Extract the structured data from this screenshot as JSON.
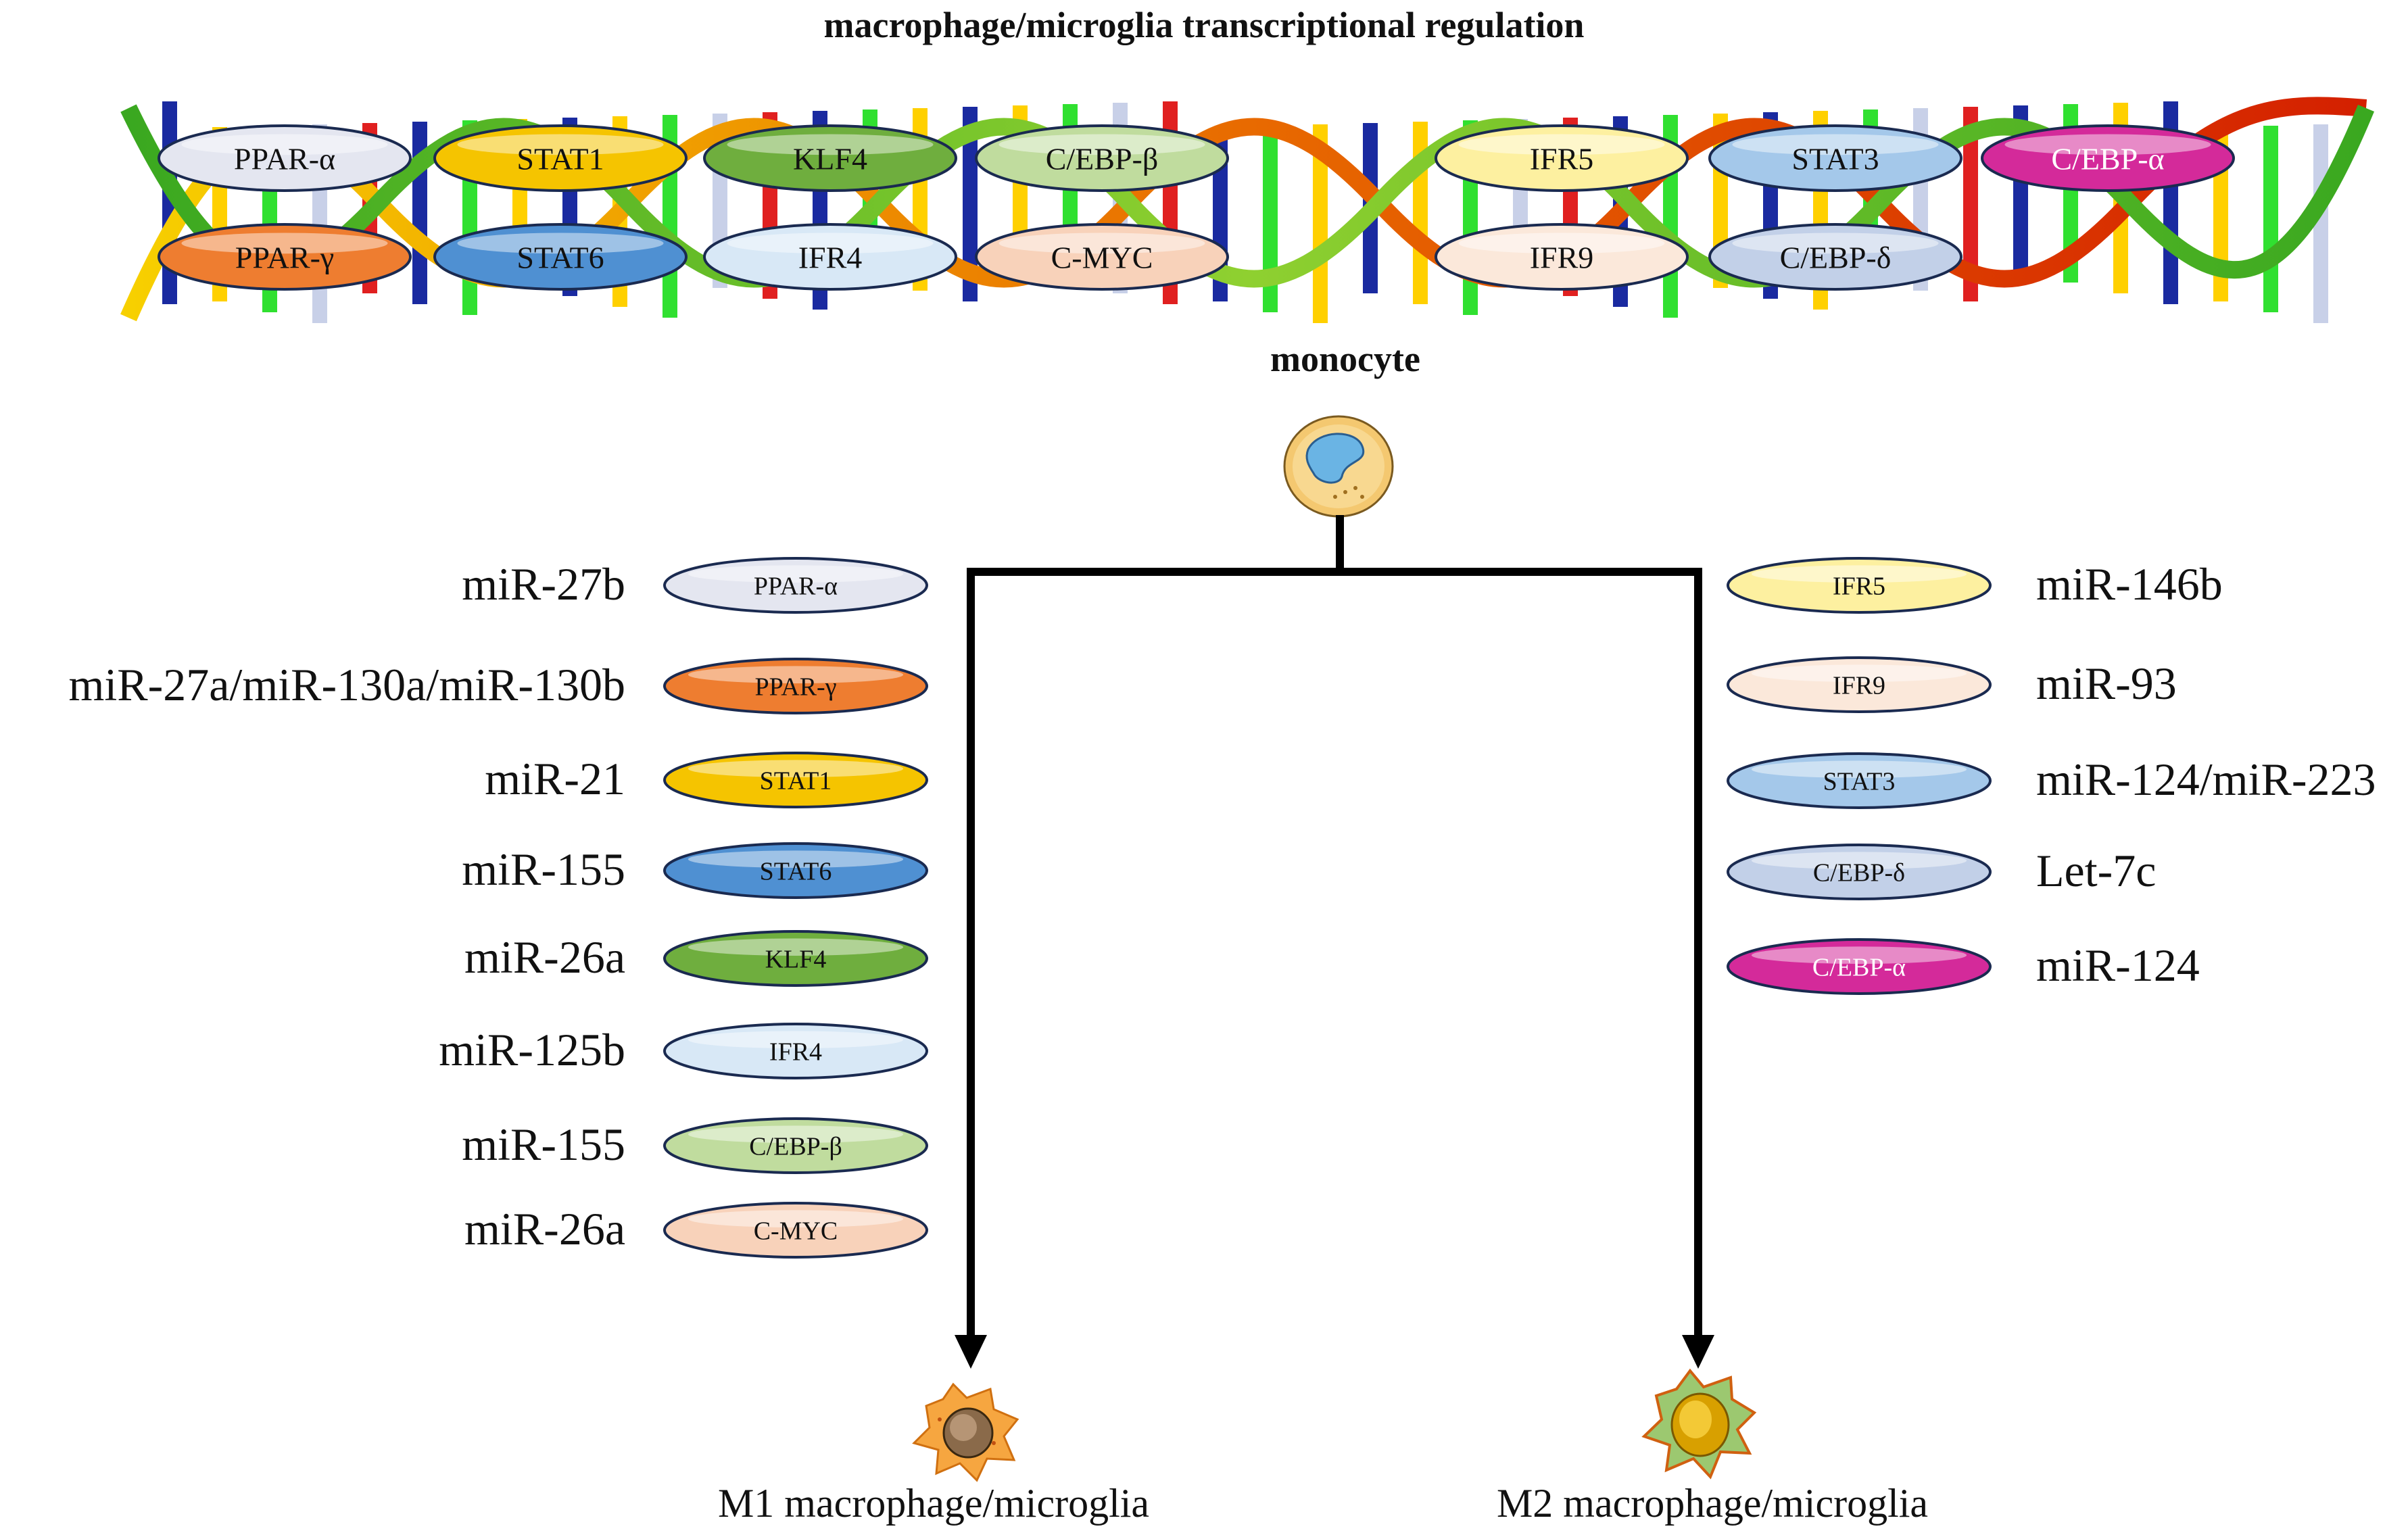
{
  "title": "macrophage/microglia transcriptional regulation",
  "source_label": "monocyte",
  "outcome_m1": "M1 macrophage/microglia",
  "outcome_m2": "M2 macrophage/microglia",
  "colors": {
    "PPAR-α": "#e4e6f0",
    "PPAR-γ": "#ee7d30",
    "STAT1": "#f5c400",
    "STAT6": "#4f90d2",
    "KLF4": "#6fae3e",
    "IFR4": "#d8e8f6",
    "C/EBP-β": "#c0dc9e",
    "C-MYC": "#f8d2ba",
    "IFR5": "#fdf0a0",
    "IFR9": "#fbe8da",
    "STAT3": "#a4c8ea",
    "C/EBP-δ": "#c2d0e8",
    "C/EBP-α": "#d42a9a"
  },
  "dna_factors_top": [
    "PPAR-α",
    "STAT1",
    "KLF4",
    "C/EBP-β",
    "IFR5",
    "STAT3",
    "C/EBP-α"
  ],
  "dna_factors_bottom": [
    "PPAR-γ",
    "STAT6",
    "IFR4",
    "C-MYC",
    "IFR9",
    "C/EBP-δ"
  ],
  "m1_regulators": [
    {
      "mirna": "miR-27b",
      "factor": "PPAR-α"
    },
    {
      "mirna": "miR-27a/miR-130a/miR-130b",
      "factor": "PPAR-γ"
    },
    {
      "mirna": "miR-21",
      "factor": "STAT1"
    },
    {
      "mirna": "miR-155",
      "factor": "STAT6"
    },
    {
      "mirna": "miR-26a",
      "factor": "KLF4"
    },
    {
      "mirna": "miR-125b",
      "factor": "IFR4"
    },
    {
      "mirna": "miR-155",
      "factor": "C/EBP-β"
    },
    {
      "mirna": "miR-26a",
      "factor": "C-MYC"
    }
  ],
  "m2_regulators": [
    {
      "mirna": "miR-146b",
      "factor": "IFR5"
    },
    {
      "mirna": "miR-93",
      "factor": "IFR9"
    },
    {
      "mirna": "miR-124/miR-223",
      "factor": "STAT3"
    },
    {
      "mirna": "Let-7c",
      "factor": "C/EBP-δ"
    },
    {
      "mirna": "miR-124",
      "factor": "C/EBP-α"
    }
  ]
}
